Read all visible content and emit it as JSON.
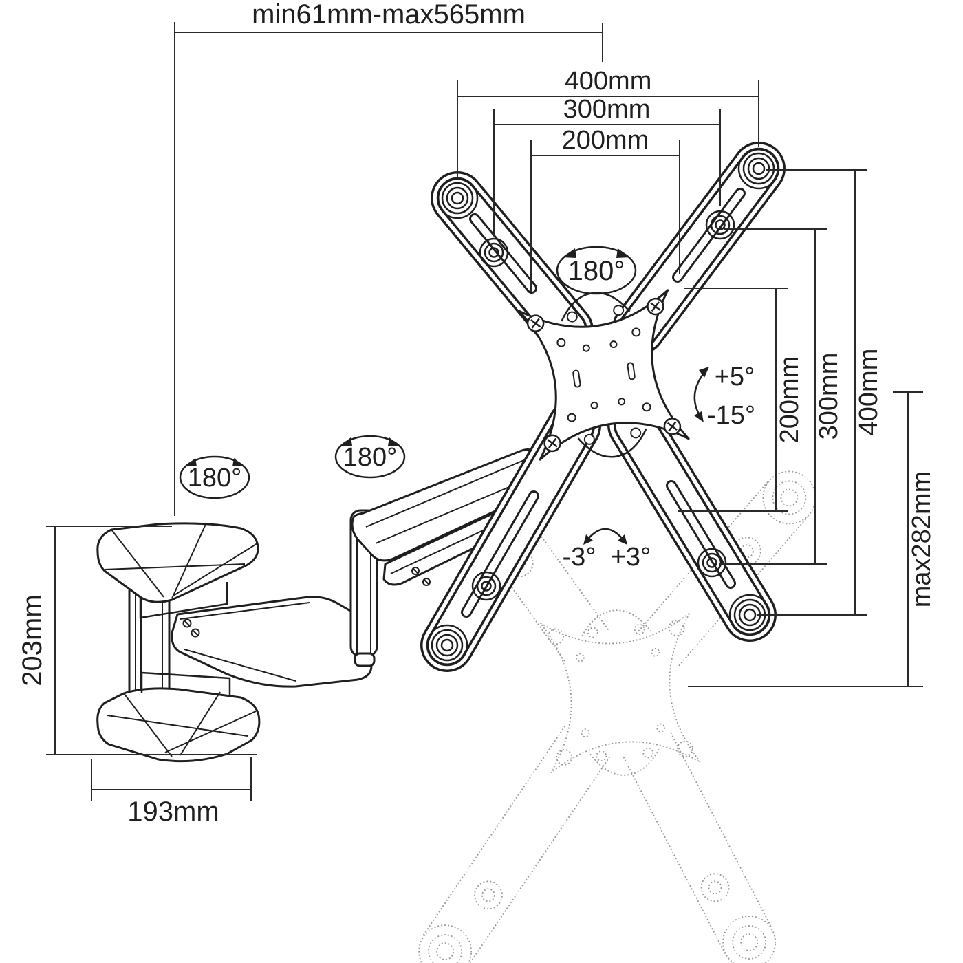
{
  "figure": {
    "type": "technical-drawing",
    "subject": "full-motion TV wall-mount bracket with VESA X-adapter",
    "background": "#ffffff",
    "ink_color": "#1f1f1f",
    "ghost_color": "#9b9b9b",
    "dimensions": {
      "extension_range": "min61mm-max565mm",
      "width_400": "400mm",
      "width_300": "300mm",
      "width_200": "200mm",
      "height_200": "200mm",
      "height_300": "300mm",
      "height_400": "400mm",
      "max_drop": "max282mm",
      "wall_bracket_height": "203mm",
      "wall_bracket_width": "193mm"
    },
    "angles": {
      "plate_swivel": "180°",
      "arm_swivel": "180°",
      "wall_swivel": "180°",
      "tilt_up": "+5°",
      "tilt_down": "-15°",
      "level_left": "-3°",
      "level_right": "+3°"
    }
  }
}
